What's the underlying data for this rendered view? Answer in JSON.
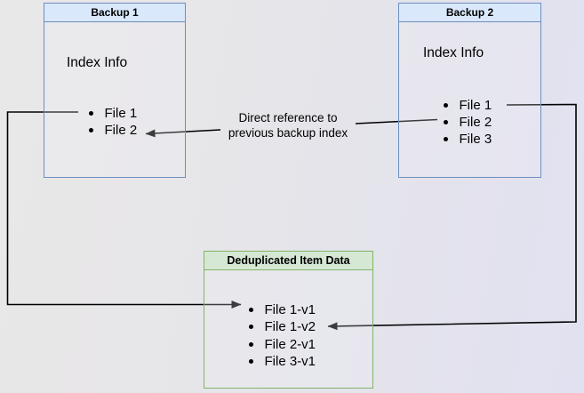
{
  "diagram": {
    "backup1": {
      "title": "Backup 1",
      "subtitle": "Index Info",
      "items": [
        "File 1",
        "File 2"
      ]
    },
    "backup2": {
      "title": "Backup 2",
      "subtitle": "Index Info",
      "items": [
        "File 1",
        "File 2",
        "File 3"
      ]
    },
    "dedup": {
      "title": "Deduplicated Item Data",
      "items": [
        "File 1-v1",
        "File 1-v2",
        "File 2-v1",
        "File 3-v1"
      ]
    },
    "note": {
      "line1": "Direct reference to",
      "line2": "previous backup index"
    },
    "colors": {
      "blue_fill": "#dae8fc",
      "blue_border": "#6c8ebf",
      "green_fill": "#d5e8d4",
      "green_border": "#82b366",
      "connector": "#000000"
    }
  }
}
